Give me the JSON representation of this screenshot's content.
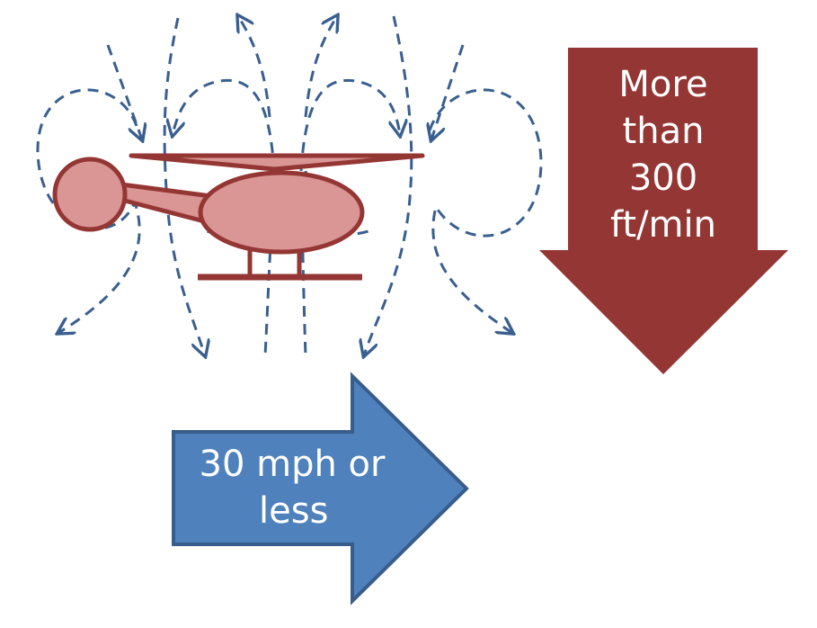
{
  "colors": {
    "red_dark": "#943634",
    "red_fill": "#d99694",
    "blue_line": "#3a5f8f",
    "blue_fill": "#4f81bd",
    "blue_stroke": "#385d8a"
  },
  "descent_arrow": {
    "line1": "More",
    "line2": "than",
    "line3": "300",
    "line4": "ft/min"
  },
  "forward_arrow": {
    "line1": "30 mph or",
    "line2": "less"
  }
}
